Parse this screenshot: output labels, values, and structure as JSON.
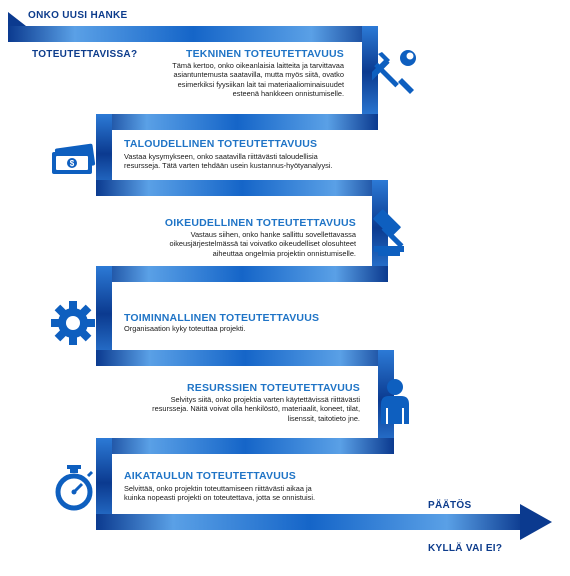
{
  "start": {
    "line1": "ONKO UUSI HANKE",
    "line2": "TOTEUTETTAVISSA?"
  },
  "end": {
    "line1": "PÄÄTÖS",
    "line2": "KYLLÄ VAI EI?"
  },
  "steps": [
    {
      "title": "TEKNINEN TOTEUTETTAVUUS",
      "lines": [
        "Tämä kertoo, onko oikeanlaisia laitteita ja tarvittavaa",
        "asiantuntemusta saatavilla, mutta myös siitä, ovatko",
        "esimerkiksi fyysiikan lait tai materiaaliominaisuudet",
        "esteenä hankkeen onnistumiselle."
      ],
      "icon": "wrench-screwdriver-icon"
    },
    {
      "title": "TALOUDELLINEN TOTEUTETTAVUUS",
      "lines": [
        "Vastaa kysymykseen, onko saatavilla riittävästi taloudellisia",
        "resursseja. Tätä varten tehdään usein kustannus-hyötyanalyysi."
      ],
      "icon": "money-icon"
    },
    {
      "title": "OIKEUDELLINEN TOTEUTETTAVUUS",
      "lines": [
        "Vastaus siihen, onko hanke sallittu sovellettavassa",
        "oikeusjärjestelmässä tai voivatko oikeudelliset olosuhteet",
        "aiheuttaa ongelmia projektin onnistumiselle."
      ],
      "icon": "gavel-icon"
    },
    {
      "title": "TOIMINNALLINEN TOTEUTETTAVUUS",
      "lines": [
        "Organisaation kyky toteuttaa projekti."
      ],
      "icon": "gear-icon"
    },
    {
      "title": "RESURSSIEN TOTEUTETTAVUUS",
      "lines": [
        "Selvitys siitä, onko projektia varten käytettävissä riittävästi",
        "resursseja. Näitä voivat olla henkilöstö, materiaalit, koneet, tilat,",
        "lisenssit, taitotieto jne."
      ],
      "icon": "person-icon"
    },
    {
      "title": "AIKATAULUN TOTEUTETTAVUUS",
      "lines": [
        "Selvittää, onko projektin toteuttamiseen riittävästi aikaa ja",
        "kuinka nopeasti projekti on toteutettava, jotta se onnistuisi."
      ],
      "icon": "stopwatch-icon"
    }
  ],
  "colors": {
    "ribbon_dark": "#0b3a8f",
    "ribbon_mid": "#1565c8",
    "ribbon_light": "#5aa0e6",
    "title_blue": "#1f74c6",
    "icon_blue": "#0e5fbf",
    "edge_text": "#0d3c8c"
  }
}
